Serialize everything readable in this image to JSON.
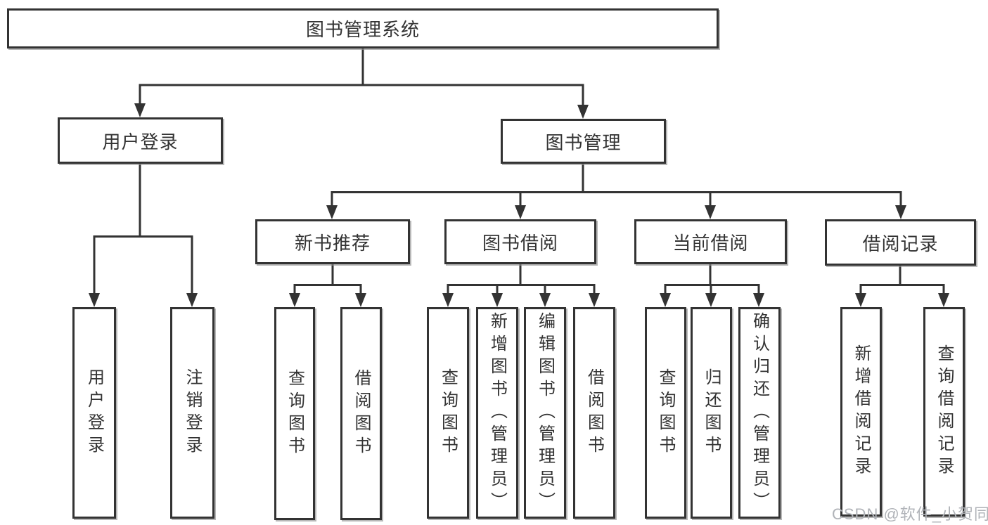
{
  "diagram": {
    "root": {
      "label": "图书管理系统"
    },
    "branches": [
      {
        "label": "用户登录",
        "children": [
          {
            "label": "用户登录"
          },
          {
            "label": "注销登录"
          }
        ]
      },
      {
        "label": "图书管理",
        "children": [
          {
            "label": "新书推荐",
            "children": [
              {
                "label": "查询图书"
              },
              {
                "label": "借阅图书"
              }
            ]
          },
          {
            "label": "图书借阅",
            "children": [
              {
                "label": "查询图书"
              },
              {
                "label": "新增图书（管理员）"
              },
              {
                "label": "编辑图书（管理员）"
              },
              {
                "label": "借阅图书"
              }
            ]
          },
          {
            "label": "当前借阅",
            "children": [
              {
                "label": "查询图书"
              },
              {
                "label": "归还图书"
              },
              {
                "label": "确认归还（管理员）"
              }
            ]
          },
          {
            "label": "借阅记录",
            "children": [
              {
                "label": "新增借阅记录"
              },
              {
                "label": "查询借阅记录"
              }
            ]
          }
        ]
      }
    ]
  },
  "watermark": {
    "text": "CSDN @软件_小贺同学"
  },
  "colors": {
    "line": "#333333",
    "box_border": "#333333",
    "box_fill": "#ffffff",
    "text": "#333333",
    "watermark": "#b0b3b8",
    "background": "#ffffff"
  }
}
